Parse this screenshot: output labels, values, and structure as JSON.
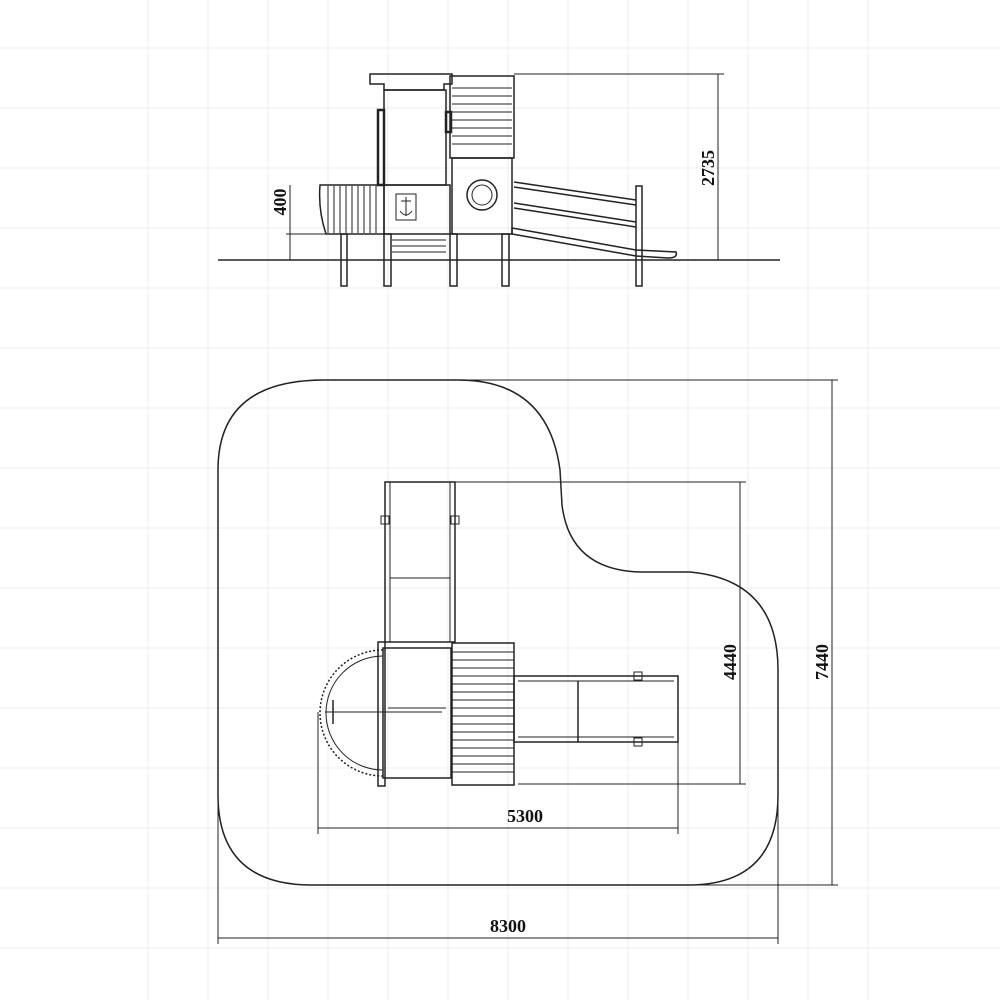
{
  "dimensions": {
    "side_height": "2735",
    "side_platform_height": "400",
    "plan_depth": "4440",
    "plan_total_depth": "7440",
    "plan_width": "5300",
    "plan_total_width": "8300"
  }
}
